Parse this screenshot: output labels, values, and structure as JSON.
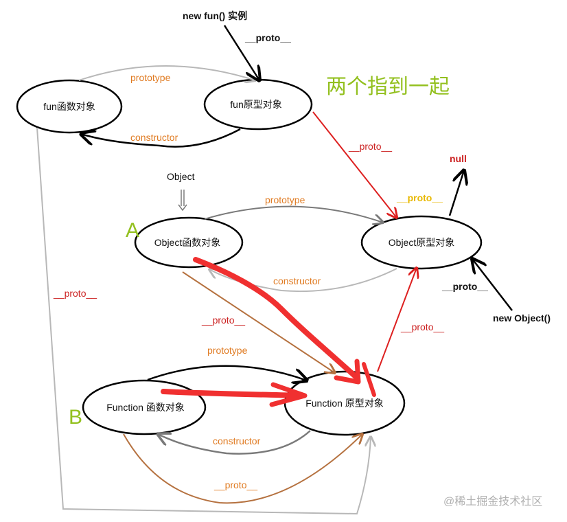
{
  "nodes": {
    "fun_func": "fun函数对象",
    "fun_proto": "fun原型对象",
    "object_func": "Object函数对象",
    "object_proto": "Object原型对象",
    "function_func": "Function 函数对象",
    "function_proto": "Function 原型对象"
  },
  "captions": {
    "new_fun": "new fun()  实例",
    "object_text": "Object",
    "new_object": "new Object()",
    "null_text": "null",
    "two_point_together": "两个指到一起",
    "marker_a": "A",
    "marker_b": "B"
  },
  "edges": {
    "prototype": "prototype",
    "constructor": "constructor",
    "proto": "__proto__"
  },
  "watermark": "@稀土掘金技术社区",
  "colors": {
    "orange": "#e07b22",
    "red": "#cc2222",
    "green": "#93c01f",
    "gray": "#b8b8b8",
    "dark_gray": "#7a7a7a",
    "brown": "#b5713f",
    "yellow": "#e8b800"
  }
}
